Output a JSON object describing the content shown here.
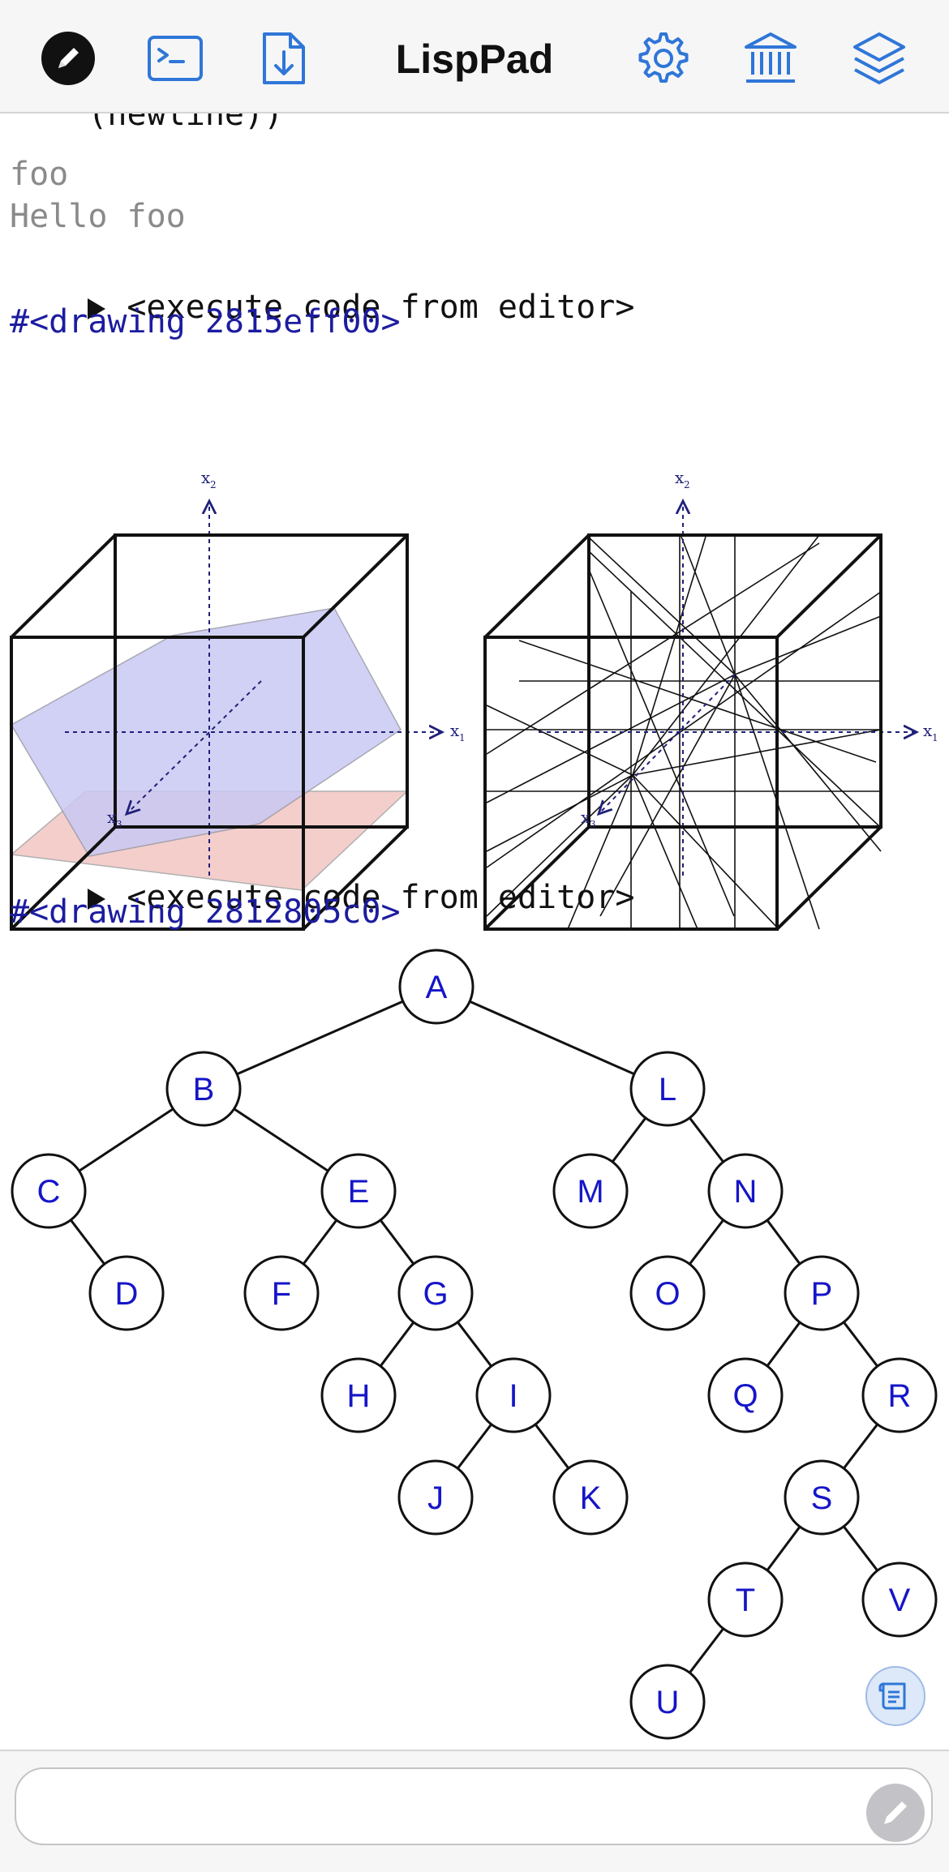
{
  "toolbar": {
    "title": "LispPad",
    "icons": [
      "edit-pencil-icon",
      "terminal-icon",
      "document-download-icon",
      "gear-icon",
      "library-icon",
      "layers-icon"
    ]
  },
  "console": {
    "partial_code": "    (newline))",
    "outputs": [
      "foo",
      "Hello foo"
    ],
    "commands": [
      {
        "label": "<execute code from editor>",
        "result": "#<drawing 2815eff00>"
      },
      {
        "label": "<execute code from editor>",
        "result": "#<drawing 2812805c0>"
      }
    ],
    "axis_labels": {
      "x1": "x",
      "x1_sub": "1",
      "x2": "x",
      "x2_sub": "2",
      "x3": "x",
      "x3_sub": "3"
    },
    "tree_nodes": [
      {
        "label": "A",
        "parent": null
      },
      {
        "label": "B",
        "parent": "A"
      },
      {
        "label": "L",
        "parent": "A"
      },
      {
        "label": "C",
        "parent": "B"
      },
      {
        "label": "E",
        "parent": "B"
      },
      {
        "label": "D",
        "parent": "C"
      },
      {
        "label": "F",
        "parent": "E"
      },
      {
        "label": "G",
        "parent": "E"
      },
      {
        "label": "H",
        "parent": "G"
      },
      {
        "label": "I",
        "parent": "G"
      },
      {
        "label": "J",
        "parent": "I"
      },
      {
        "label": "K",
        "parent": "I"
      },
      {
        "label": "M",
        "parent": "L"
      },
      {
        "label": "N",
        "parent": "L"
      },
      {
        "label": "O",
        "parent": "N"
      },
      {
        "label": "P",
        "parent": "N"
      },
      {
        "label": "Q",
        "parent": "P"
      },
      {
        "label": "R",
        "parent": "P"
      },
      {
        "label": "S",
        "parent": "R"
      },
      {
        "label": "T",
        "parent": "S"
      },
      {
        "label": "V",
        "parent": "S"
      },
      {
        "label": "U",
        "parent": "T"
      }
    ],
    "colors": {
      "result": "#1c1ca0",
      "plane_blue": "#c9c9f4",
      "plane_red": "#f3c9c6",
      "axis": "#20207a",
      "node_text": "#1515c8",
      "accent": "#2f76d8"
    }
  },
  "input": {
    "value": "",
    "placeholder": ""
  }
}
